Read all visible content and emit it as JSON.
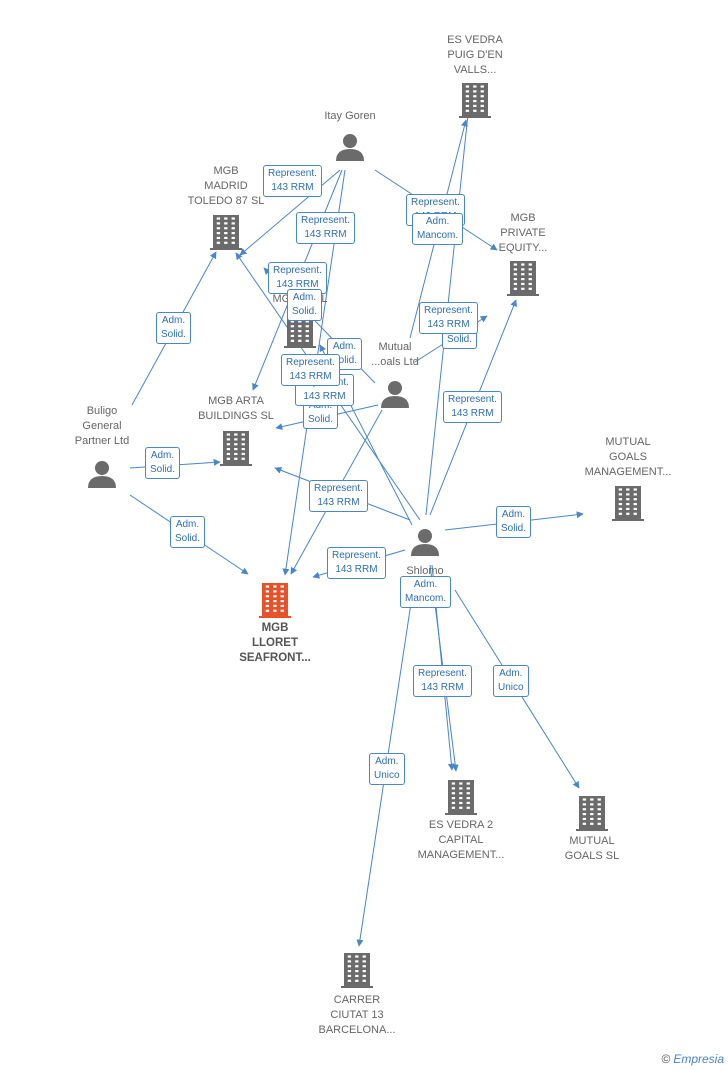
{
  "nodes": [
    {
      "id": "esvedra_puig",
      "label": "ES VEDRA\nPUIG D'EN\nVALLS...",
      "type": "company"
    },
    {
      "id": "itay",
      "label": "Itay Goren",
      "type": "person"
    },
    {
      "id": "mgb_madrid",
      "label": "MGB\nMADRID\nTOLEDO 87  SL",
      "type": "company"
    },
    {
      "id": "mgb_private",
      "label": "MGB\nPRIVATE\nEQUITY...",
      "type": "company"
    },
    {
      "id": "mgb_g",
      "label": "MG G... SL",
      "type": "company"
    },
    {
      "id": "mutual_ltd",
      "label": "Mutual\n...oals Ltd",
      "type": "person"
    },
    {
      "id": "buligo",
      "label": "Buligo\nGeneral\nPartner Ltd",
      "type": "person"
    },
    {
      "id": "mgb_arta",
      "label": "MGB ARTA\nBUILDINGS  SL",
      "type": "company"
    },
    {
      "id": "mutual_mgmt",
      "label": "MUTUAL\nGOALS\nMANAGEMENT...",
      "type": "company"
    },
    {
      "id": "shlomo",
      "label": "Shlomo",
      "type": "person"
    },
    {
      "id": "mgb_lloret",
      "label": "MGB\nLLORET\nSEAFRONT...",
      "type": "company_main"
    },
    {
      "id": "esvedra2",
      "label": "ES VEDRA 2\nCAPITAL\nMANAGEMENT...",
      "type": "company"
    },
    {
      "id": "mutual_sl",
      "label": "MUTUAL\nGOALS  SL",
      "type": "company"
    },
    {
      "id": "carrer",
      "label": "CARRER\nCIUTAT 13\nBARCELONA...",
      "type": "company"
    }
  ],
  "edges": [
    {
      "from": "itay",
      "to": "mgb_madrid",
      "label": "Represent.\n143 RRM"
    },
    {
      "from": "itay",
      "to": "mgb_arta",
      "label": "Represent.\n143 RRM"
    },
    {
      "from": "itay",
      "to": "mgb_lloret",
      "label": "Represent.\n143 RRM"
    },
    {
      "from": "itay",
      "to": "mgb_private",
      "label": "Represent.\n143 RRM"
    },
    {
      "from": "buligo",
      "to": "mgb_madrid",
      "label": "Adm.\nSolid."
    },
    {
      "from": "buligo",
      "to": "mgb_arta",
      "label": "Adm.\nSolid."
    },
    {
      "from": "buligo",
      "to": "mgb_lloret",
      "label": "Adm.\nSolid."
    },
    {
      "from": "mutual_ltd",
      "to": "esvedra_puig",
      "label": "Adm.\nMancom."
    },
    {
      "from": "mutual_ltd",
      "to": "mgb_madrid",
      "label": "Adm.\nSolid."
    },
    {
      "from": "mutual_ltd",
      "to": "mgb_arta",
      "label": "Adm.\nSolid."
    },
    {
      "from": "mutual_ltd",
      "to": "mgb_lloret",
      "label": "Adm.\nSolid."
    },
    {
      "from": "mutual_ltd",
      "to": "mgb_private",
      "label": "Adm.\nSolid."
    },
    {
      "from": "shlomo",
      "to": "esvedra_puig",
      "label": "Represent.\n143 RRM"
    },
    {
      "from": "shlomo",
      "to": "mgb_private",
      "label": "Represent.\n143 RRM"
    },
    {
      "from": "shlomo",
      "to": "mgb_madrid",
      "label": "Represent.\n143 RRM"
    },
    {
      "from": "shlomo",
      "to": "mgb_arta",
      "label": "Represent.\n143 RRM"
    },
    {
      "from": "shlomo",
      "to": "mgb_lloret",
      "label": "Represent.\n143 RRM"
    },
    {
      "from": "shlomo",
      "to": "mgb_g",
      "label": "Represent.\n143 RRM"
    },
    {
      "from": "shlomo",
      "to": "mutual_mgmt",
      "label": "Adm.\nSolid."
    },
    {
      "from": "shlomo",
      "to": "esvedra2",
      "label": "Adm.\nMancom."
    },
    {
      "from": "shlomo",
      "to": "esvedra2",
      "label": "Represent.\n143 RRM"
    },
    {
      "from": "shlomo",
      "to": "mutual_sl",
      "label": "Adm.\nUnico"
    },
    {
      "from": "shlomo",
      "to": "carrer",
      "label": "Adm.\nUnico"
    }
  ],
  "footer": {
    "copyright": "©",
    "brand": "Empresia"
  },
  "colors": {
    "edge": "#4a86c8",
    "node": "#6b6b6b",
    "main": "#e8522a"
  }
}
